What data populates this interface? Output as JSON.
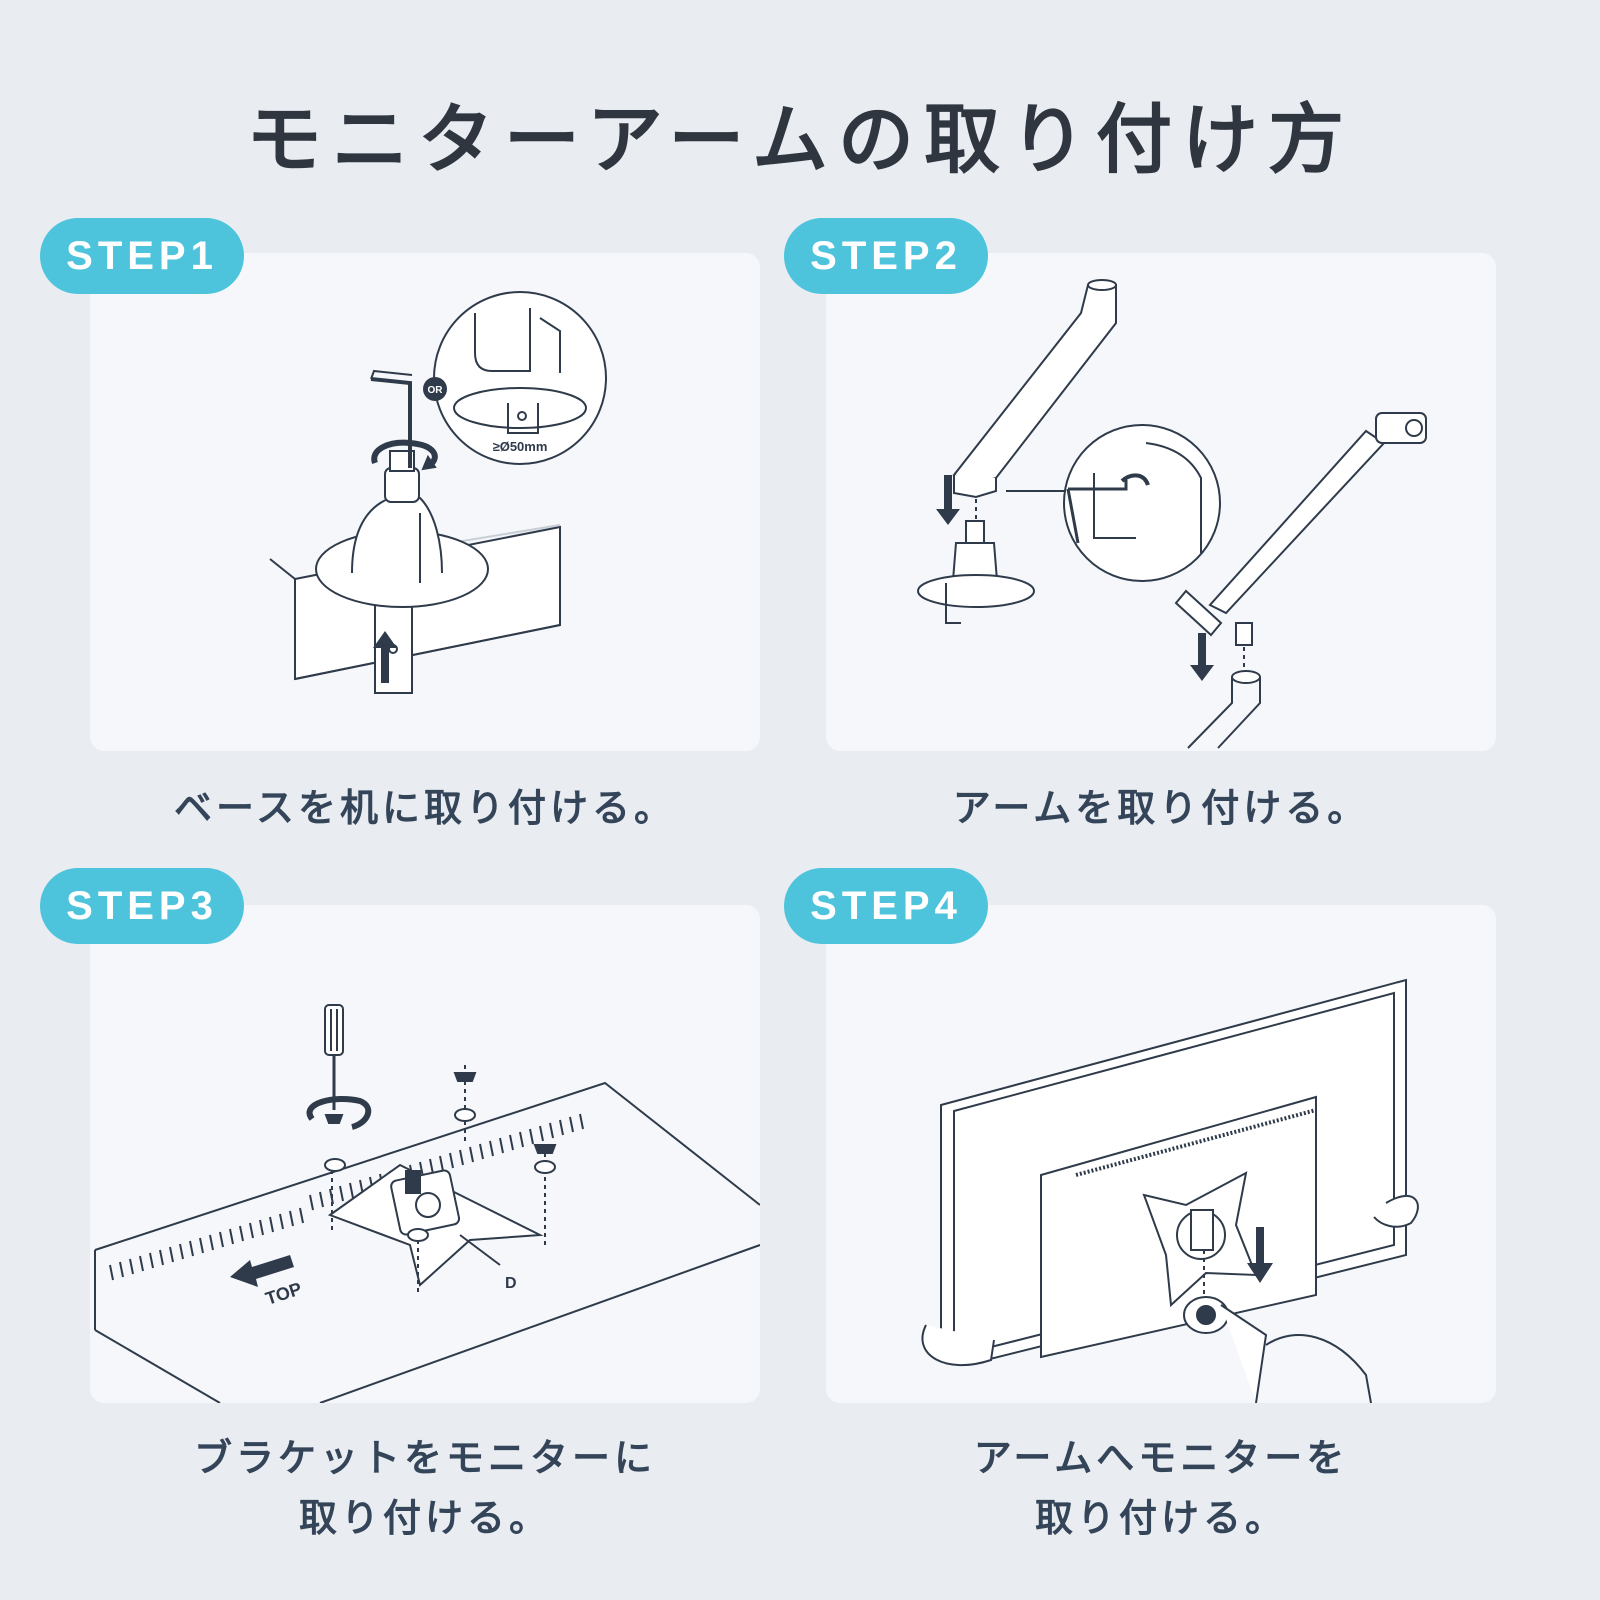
{
  "title": "モニターアームの取り付け方",
  "steps": [
    {
      "badge": "STEP1",
      "caption": [
        "ベースを机に取り付ける。"
      ],
      "labels": {
        "or": "OR",
        "diameter": "≥Ø50mm"
      }
    },
    {
      "badge": "STEP2",
      "caption": [
        "アームを取り付ける。"
      ]
    },
    {
      "badge": "STEP3",
      "caption": [
        "ブラケットをモニターに",
        "取り付ける。"
      ],
      "labels": {
        "top": "TOP",
        "d": "D"
      }
    },
    {
      "badge": "STEP4",
      "caption": [
        "アームへモニターを",
        "取り付ける。"
      ]
    }
  ],
  "colors": {
    "accent": "#4ec4dc",
    "background": "#e9ecf0",
    "panel": "#f5f7fa",
    "text": "#34455a",
    "arrow": "#2f3b4a"
  }
}
